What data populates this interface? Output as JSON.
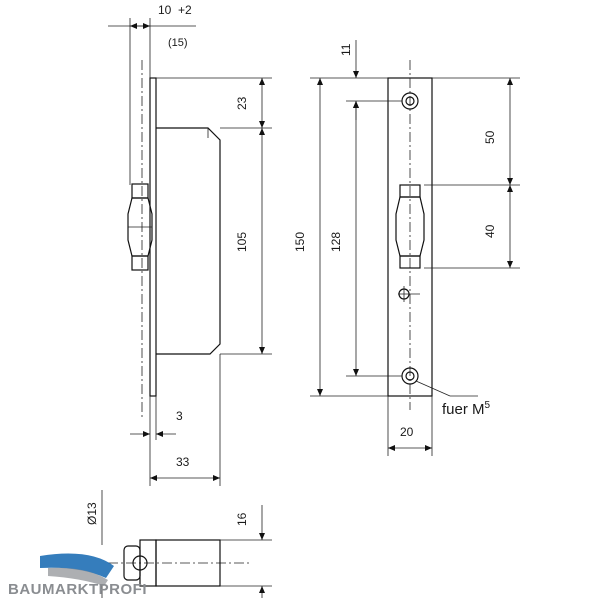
{
  "dimensions": {
    "top_width": "10",
    "top_tolerance": "+2",
    "top_alt": "(15)",
    "d23": "23",
    "d105": "105",
    "d3": "3",
    "d33": "33",
    "d11": "11",
    "d150": "150",
    "d128": "128",
    "d50": "50",
    "d40": "40",
    "d20": "20",
    "diameter": "Ø13",
    "d16": "16"
  },
  "callout": {
    "screw_label": "fuer M",
    "screw_size": "5"
  },
  "brand": {
    "name": "BAUMARKTPROFI",
    "accent_color": "#1f6fb5",
    "text_color": "#8a8d91"
  }
}
